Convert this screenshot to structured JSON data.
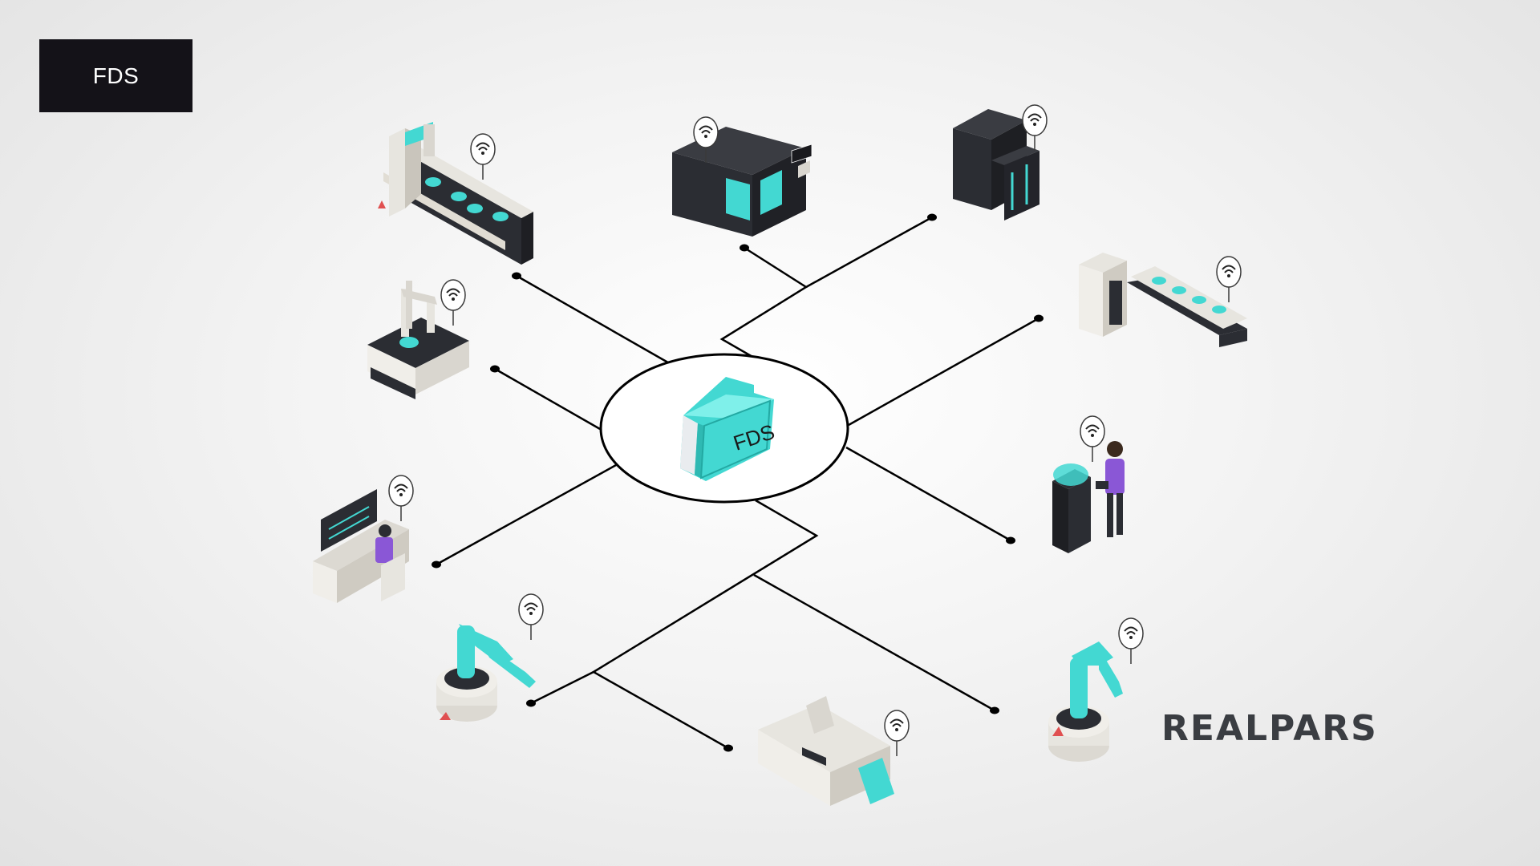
{
  "title_label": "FDS",
  "hub": {
    "label": "FDS"
  },
  "brand": {
    "name": "REALPARS"
  },
  "colors": {
    "accent": "#43d8d2",
    "dark": "#2b2d33",
    "label_box": "#141218",
    "line": "#000000"
  },
  "machines": [
    {
      "name": "conveyor-with-gantry",
      "icon": "conveyor-gantry-icon"
    },
    {
      "name": "cnc-machine",
      "icon": "cnc-machine-icon"
    },
    {
      "name": "server-racks",
      "icon": "server-rack-icon"
    },
    {
      "name": "cmm-gantry",
      "icon": "gantry-measure-icon"
    },
    {
      "name": "server-with-conveyor",
      "icon": "server-conveyor-icon"
    },
    {
      "name": "operator-workstation",
      "icon": "operator-desk-icon"
    },
    {
      "name": "worker-with-tablet",
      "icon": "worker-tablet-icon"
    },
    {
      "name": "robot-arm-left",
      "icon": "robot-arm-icon"
    },
    {
      "name": "robot-arm-right",
      "icon": "robot-arm-icon"
    },
    {
      "name": "pcb-printer",
      "icon": "pcb-printer-icon"
    }
  ]
}
